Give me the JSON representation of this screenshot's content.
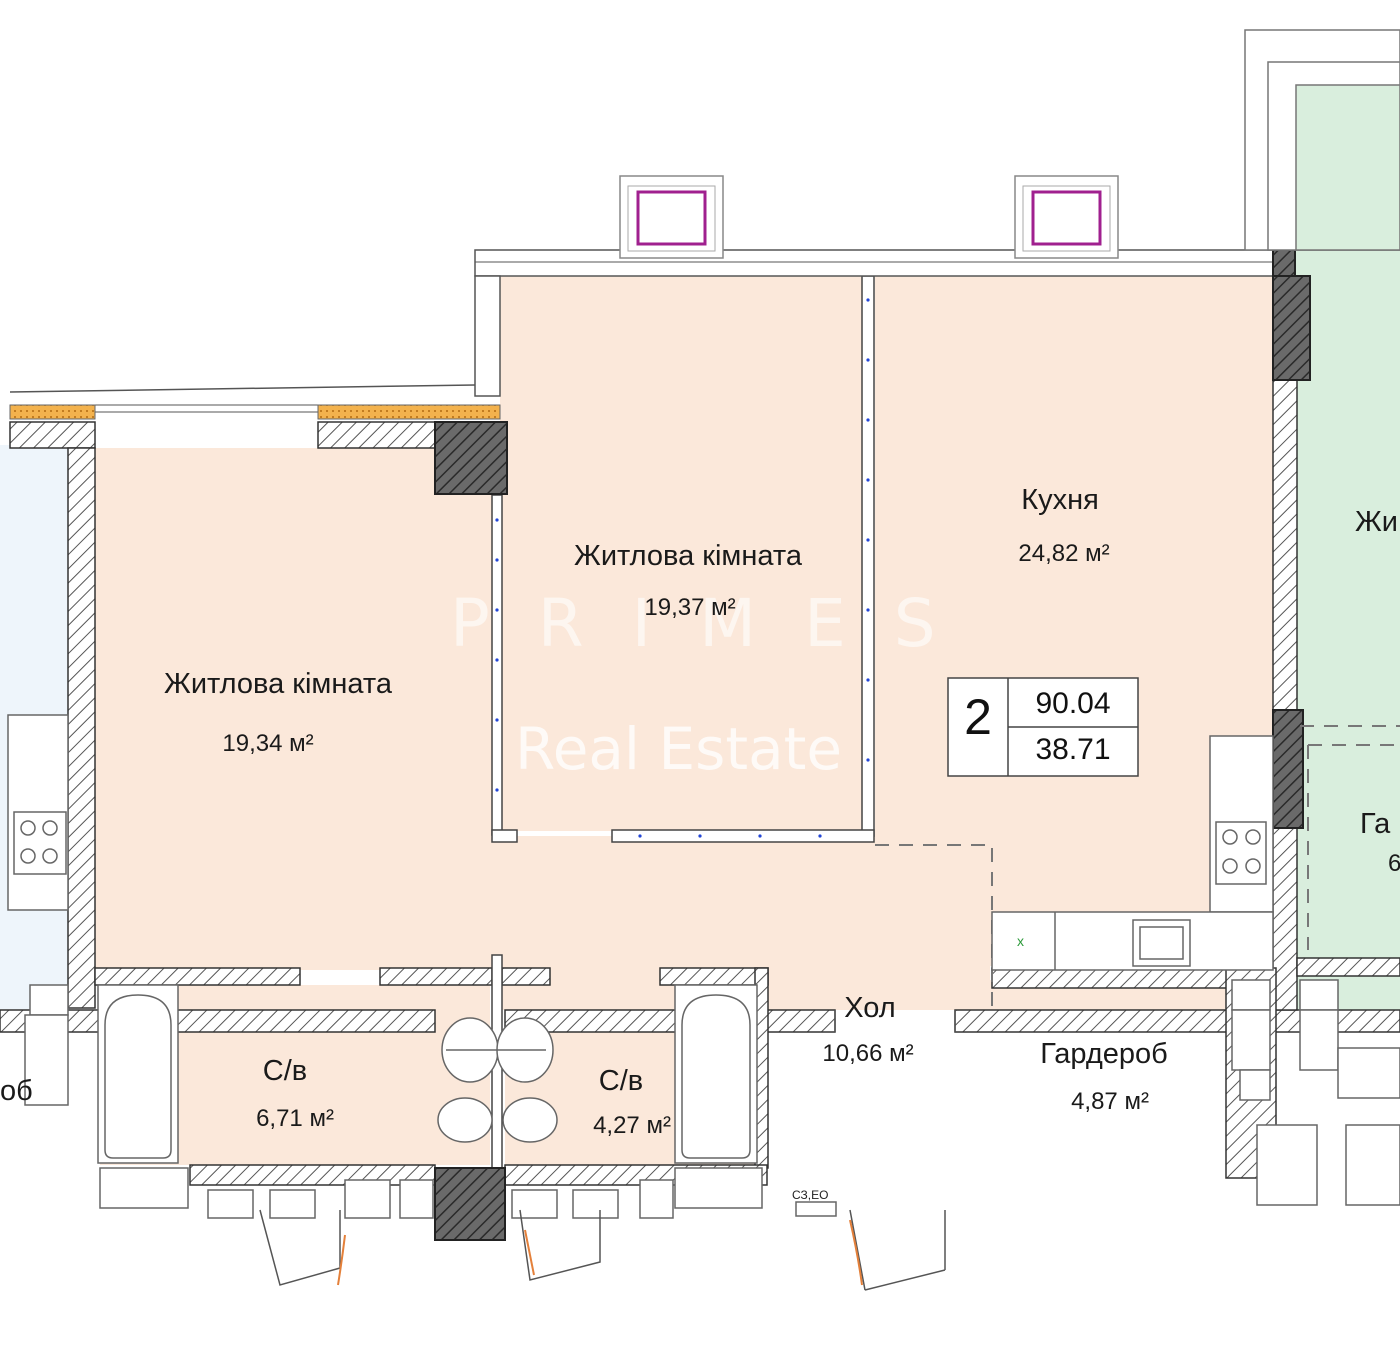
{
  "rooms": {
    "living1": {
      "name": "Житлова кімната",
      "area": "19,34 м²"
    },
    "living2": {
      "name": "Житлова кімната",
      "area": "19,37 м²"
    },
    "kitchen": {
      "name": "Кухня",
      "area": "24,82 м²"
    },
    "hall": {
      "name": "Хол",
      "area": "10,66 м²"
    },
    "wardrobe": {
      "name": "Гардероб",
      "area": "4,87 м²"
    },
    "bath1": {
      "name": "С/в",
      "area": "6,71 м²"
    },
    "bath2": {
      "name": "С/в",
      "area": "4,27 м²"
    },
    "neighbor_right_living": {
      "name": "Жи"
    },
    "neighbor_right_wardrobe": {
      "name": "Га",
      "area": "6"
    },
    "neighbor_left_wardrobe": {
      "name": "об"
    }
  },
  "apartment": {
    "rooms": "2",
    "total_area": "90.04",
    "living_area": "38.71"
  },
  "markers": {
    "riser": "СЗ,ЕО",
    "cross": "x"
  },
  "watermark": {
    "line1": "PRIMES",
    "line2": "Real Estate"
  },
  "colors": {
    "room_fill": "#fbe8da",
    "neighbor_left_fill": "#eef5fb",
    "neighbor_right_fill": "#d9eedd",
    "window_frame": "#a0208f",
    "insulation": "#f3b24d"
  }
}
